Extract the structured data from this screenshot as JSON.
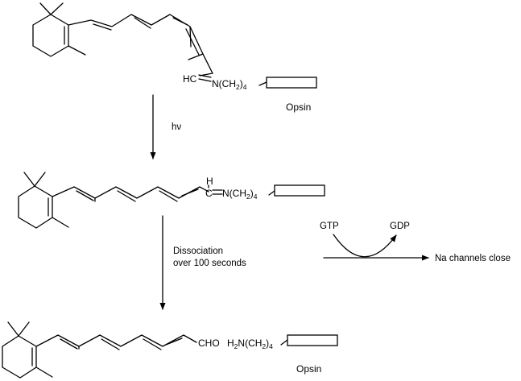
{
  "molecules": {
    "top": {
      "imine_carbon": "HC",
      "linker_prefix": "N(CH",
      "linker_sub_2": "2",
      "linker_close": ")",
      "linker_sub_4": "4",
      "protein": "Opsin"
    },
    "middle": {
      "imine_h": "H",
      "imine_carbon": "C",
      "linker_prefix": "N(CH",
      "linker_sub_2": "2",
      "linker_close": ")",
      "linker_sub_4": "4"
    },
    "bottom": {
      "aldehyde": "CHO",
      "amine_h": "H",
      "amine_sub_2": "2",
      "amine_mid": "N(CH",
      "amine_sub_2b": "2",
      "amine_close": ")",
      "amine_sub_4": "4",
      "protein": "Opsin"
    }
  },
  "steps": {
    "light": "hν",
    "dissociation_line1": "Dissociation",
    "dissociation_line2": "over 100 seconds"
  },
  "cascade": {
    "gtp": "GTP",
    "gdp": "GDP",
    "result": "Na channels close"
  }
}
